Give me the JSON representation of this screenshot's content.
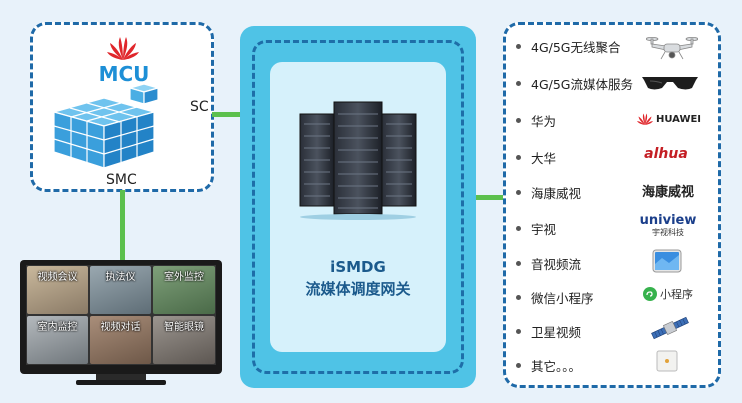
{
  "left_box": {
    "brand": "MCU",
    "smc_label": "SMC",
    "sc_label": "SC"
  },
  "center": {
    "title_line1": "iSMDG",
    "title_line2": "流媒体调度网关"
  },
  "monitor": {
    "cells": [
      "视频会议",
      "执法仪",
      "室外监控",
      "室内监控",
      "视频对话",
      "智能眼镜"
    ]
  },
  "list": {
    "items": [
      {
        "label": "4G/5G无线聚合",
        "icon": "drone-icon"
      },
      {
        "label": "4G/5G流媒体服务",
        "icon": "smart-glasses-icon"
      },
      {
        "label": "华为",
        "icon": "huawei-logo",
        "logo_text": "HUAWEI"
      },
      {
        "label": "大华",
        "icon": "dahua-logo",
        "logo_text": "alhua"
      },
      {
        "label": "海康威视",
        "icon": "hikvision-logo",
        "logo_text": "海康威视"
      },
      {
        "label": "宇视",
        "icon": "uniview-logo",
        "logo_text": "uniview",
        "logo_sub": "宇视科技"
      },
      {
        "label": "音视频流",
        "icon": "tablet-icon"
      },
      {
        "label": "微信小程序",
        "icon": "mini-program-logo",
        "logo_text": "小程序"
      },
      {
        "label": "卫星视频",
        "icon": "satellite-icon"
      },
      {
        "label": "其它。。。",
        "icon": "device-box-icon"
      }
    ]
  },
  "colors": {
    "background": "#e8f2fa",
    "dash": "#1f6aa8",
    "connector": "#5cc04d",
    "center_outer": "#4fc3e6",
    "center_inner": "#d6f1fb",
    "huawei_red": "#e0262b"
  }
}
